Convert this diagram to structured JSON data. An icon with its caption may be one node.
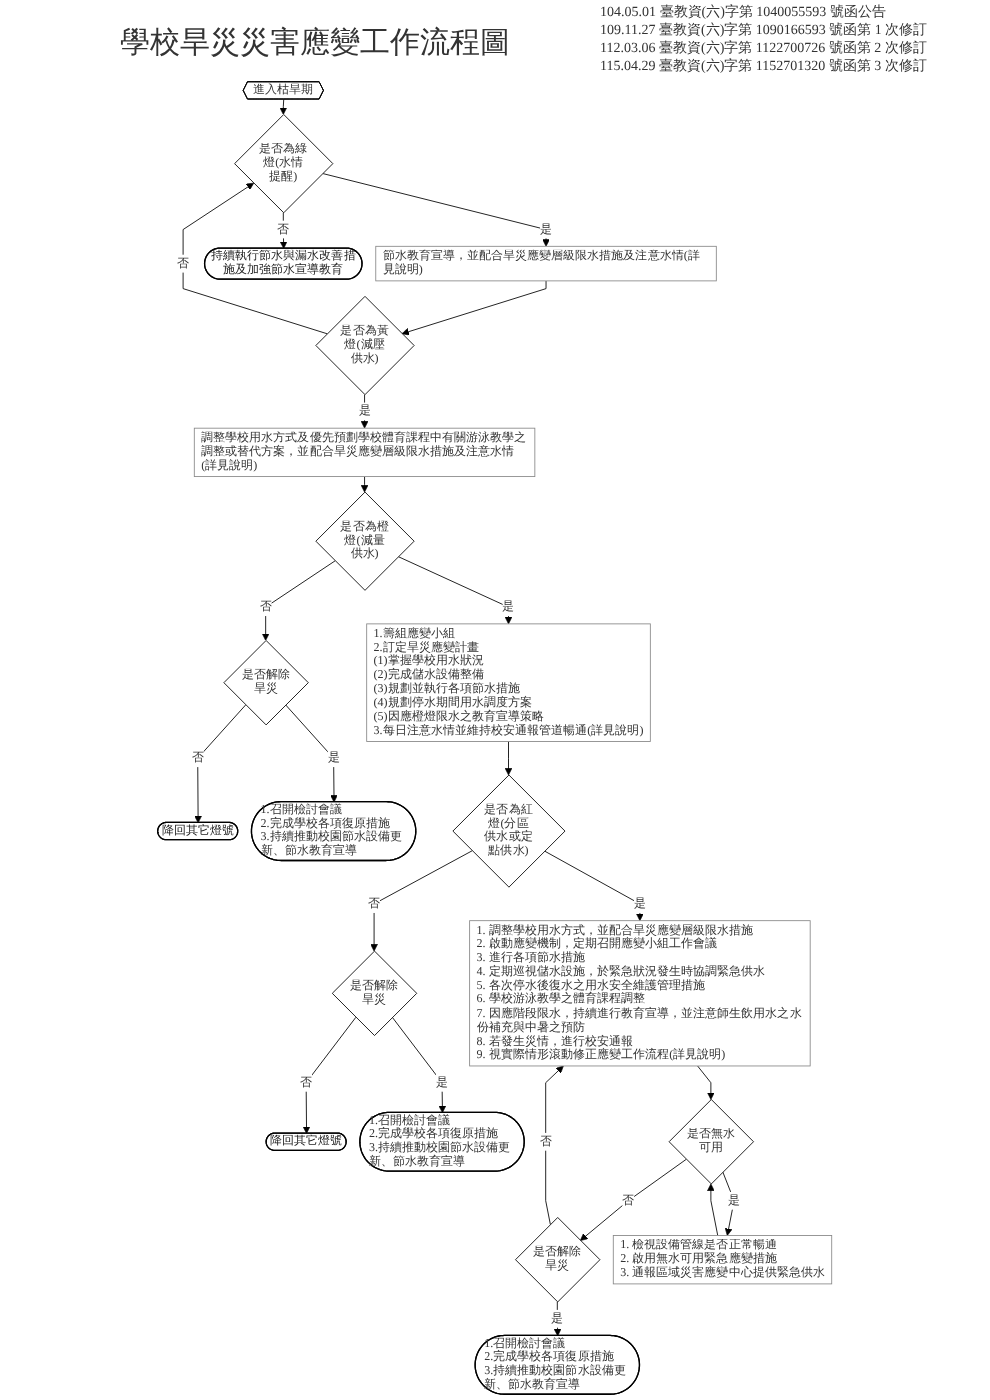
{
  "diagram": {
    "title": "學校旱災災害應變工作流程圖",
    "nodes": [
      {
        "text": [
          "進入枯旱期"
        ]
      },
      {
        "text": [
          "是否為綠燈(水情提醒)"
        ]
      },
      {
        "text": [
          "節水教育宣導，並配合旱災應變層級限水措施及注意水情(詳見說明)"
        ]
      },
      {
        "text": [
          "是否為黃燈(減壓供水)"
        ]
      },
      {
        "text": [
          "調整學校用水方式及優先預劃學校體育課程中有關游泳教學之調整或替代方案，並配合旱災應變層級限水措施及注意水情(詳見說明)"
        ]
      },
      {
        "text": [
          "降回其它燈號"
        ]
      },
      {
        "text": [
          "是否為橙燈(減量供水)"
        ]
      },
      {
        "text": [
          "是否解除旱災"
        ]
      },
      {
        "text": [
          "1.召開檢討會議",
          "2.完成學校各項復原措施",
          "3.持續推動校園節水設備更新、節水教育宣導"
        ]
      },
      {
        "text": [
          "1.籌組應變小組",
          "2.訂定旱災應變計畫",
          "(1)掌握學校用水狀況",
          "(2)完成儲水設備整備",
          "(3)規劃並執行各項節水措施",
          "(4)規劃停水期間用水調度方案",
          "(5)因應橙燈限水之教育宣導策略",
          "3.每日注意水情並維持校安通報管道暢通(詳見說明)"
        ]
      },
      {
        "text": [
          "降回其它燈號"
        ]
      },
      {
        "text": [
          "是否為紅燈(分區供水或定點供水)"
        ]
      },
      {
        "text": [
          "是否解除旱災"
        ]
      },
      {
        "text": [
          "1.召開檢討會議",
          "2.完成學校各項復原措施",
          "3.持續推動校園節水設備更新、節水教育宣導"
        ]
      },
      {
        "text": [
          "1. 調整學校用水方式，並配合旱災應變層級限水措施",
          "2. 啟動應變機制，定期召開應變小組工作會議",
          "3. 進行各項節水措施",
          "4. 定期巡視儲水設施，於緊急狀況發生時協調緊急供水",
          "5. 各次停水後復水之用水安全維護管理措施",
          "6. 學校游泳教學之體育課程調整",
          "7. 因應階段限水，持續進行教育宣導，並注意師生飲用水之水份補充與中暑之預防",
          "8. 若發生災情，進行校安通報",
          "9. 視實際情形滾動修正應變工作流程(詳見說明)"
        ]
      },
      {
        "text": [
          "持續執行節水與漏水改善措施及加強節水宣導教育"
        ]
      },
      {
        "text": [
          "是否無水可用"
        ]
      },
      {
        "text": [
          "是否解除旱災"
        ]
      },
      {
        "text": [
          "1.召開檢討會議",
          "2.完成學校各項復原措施",
          "3.持續推動校園節水設備更新、節水教育宣導"
        ]
      },
      {
        "text": [
          "1. 檢視設備管線是否正常暢通",
          "2. 啟用無水可用緊急應變措施",
          "3. 通報區域災害應變中心提供緊急供水"
        ]
      }
    ],
    "edges": [
      {
        "from": 0,
        "to": 1,
        "arrow": "to"
      },
      {
        "from": 1,
        "to": 2,
        "arrow": "to",
        "label": "是"
      },
      {
        "from": 1,
        "to": 15,
        "arrow": "to",
        "label": "否"
      },
      {
        "from": 2,
        "to": 3,
        "arrow": "to"
      },
      {
        "from": 3,
        "to": 4,
        "arrow": "to",
        "label": "是"
      },
      {
        "from": 3,
        "to": 1,
        "arrow": "to",
        "label": "否"
      },
      {
        "from": 4,
        "to": 6,
        "arrow": "to"
      },
      {
        "from": 6,
        "to": 7,
        "arrow": "to",
        "label": "否"
      },
      {
        "from": 7,
        "to": 5,
        "arrow": "to",
        "label": "否"
      },
      {
        "from": 7,
        "to": 8,
        "arrow": "to",
        "label": "是"
      },
      {
        "from": 6,
        "to": 9,
        "arrow": "to",
        "label": "是"
      },
      {
        "from": 9,
        "to": 11,
        "arrow": "to"
      },
      {
        "from": 11,
        "to": 12,
        "arrow": "to",
        "label": "否"
      },
      {
        "from": 12,
        "to": 10,
        "arrow": "to",
        "label": "否"
      },
      {
        "from": 12,
        "to": 13,
        "arrow": "to",
        "label": "是"
      },
      {
        "from": 11,
        "to": 14,
        "arrow": "to",
        "label": "是"
      },
      {
        "from": 14,
        "to": 16,
        "arrow": "to"
      },
      {
        "from": 16,
        "to": 17,
        "arrow": "to",
        "label": "否"
      },
      {
        "from": 17,
        "to": 14,
        "arrow": "to",
        "label": "否"
      },
      {
        "from": 17,
        "to": 18,
        "arrow": "to",
        "label": "是"
      },
      {
        "from": 16,
        "to": 19,
        "arrow": "to",
        "label": "是"
      },
      {
        "from": 19,
        "to": 16,
        "arrow": "to"
      }
    ],
    "labels": [
      "104.05.01 臺教資(六)字第 1040055593 號函公告",
      "109.11.27 臺教資(六)字第 1090166593 號函第 1 次修訂",
      "112.03.06 臺教資(六)字第 1122700726 號函第 2 次修訂",
      "115.04.29 臺教資(六)字第 1152701320 號函第 3 次修訂"
    ]
  }
}
